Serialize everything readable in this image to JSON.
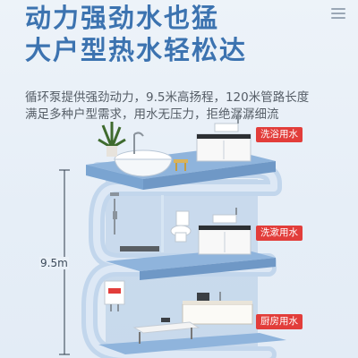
{
  "headline": {
    "line1": "动力强劲水也猛",
    "line2": "大户型热水轻松达"
  },
  "description": {
    "line1": "循环泵提供强劲动力，9.5米高扬程，120米管路长度",
    "line2": "满足多种户型需求，用水无压力，拒绝潺潺细流"
  },
  "height_label": "9.5m",
  "tags": {
    "bath": "洗浴用水",
    "wash": "洗漱用水",
    "kitchen": "厨房用水"
  },
  "colors": {
    "headline": "#3c73b0",
    "tag": "#e23d3a",
    "pipe": "#bfd3ea",
    "floor": "#8fb4dc"
  },
  "icons": {
    "menu": "hamburger-menu-icon"
  }
}
